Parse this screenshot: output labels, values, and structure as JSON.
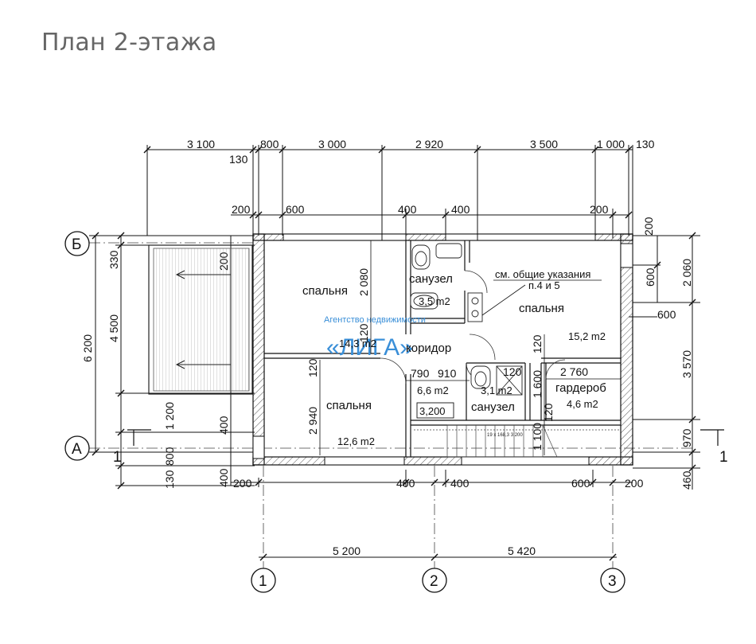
{
  "title": "План 2-этажа",
  "watermark": {
    "line1": "Агентство недвижимости",
    "line2": "«ЛИГА»",
    "color": "#3a8fd8"
  },
  "axes": {
    "rows": [
      "Б",
      "А"
    ],
    "cols": [
      "1",
      "2",
      "3"
    ],
    "section": "1"
  },
  "rooms": {
    "bedroom1": {
      "label": "спальня",
      "area": "14,3 m2"
    },
    "bathroom1": {
      "label": "санузел",
      "area": "3,5 m2"
    },
    "bedroom2": {
      "label": "спальня",
      "area": "15,2 m2"
    },
    "corridor": {
      "label": "коридор",
      "area": "6,6 m2"
    },
    "bedroom3": {
      "label": "спальня",
      "area": "12,6 m2"
    },
    "bathroom2": {
      "label": "санузел",
      "area": "3,1 m2"
    },
    "wardrobe": {
      "label": "гардероб",
      "area": "4,6 m2"
    }
  },
  "note": {
    "line1": "см. общие указания",
    "line2": "п.4 и 5"
  },
  "level_mark": "3,200",
  "stair_label": "19 x 168,3 3 200",
  "dims": {
    "top1": [
      "3 100",
      "800",
      "3 000",
      "2 920",
      "3 500",
      "1 000",
      "130"
    ],
    "top_130": "130",
    "top2": [
      "200",
      "600",
      "400",
      "400",
      "200"
    ],
    "top2_right": "200",
    "bottom1": [
      "200",
      "400",
      "400",
      "600",
      "200"
    ],
    "bottom_total": [
      "5 200",
      "5 420"
    ],
    "left_outer": "6 200",
    "left_inner": [
      "330",
      "4 500",
      "1 200",
      "800",
      "130"
    ],
    "left_wall": [
      "200",
      "400",
      "400"
    ],
    "right": [
      "2 060",
      "3 570",
      "970",
      "460"
    ],
    "right_inner": [
      "600",
      "600"
    ],
    "inner": [
      "2 080",
      "120",
      "120",
      "2 940",
      "790",
      "910",
      "120",
      "2 760",
      "1 600",
      "120",
      "1 100",
      "120"
    ]
  }
}
